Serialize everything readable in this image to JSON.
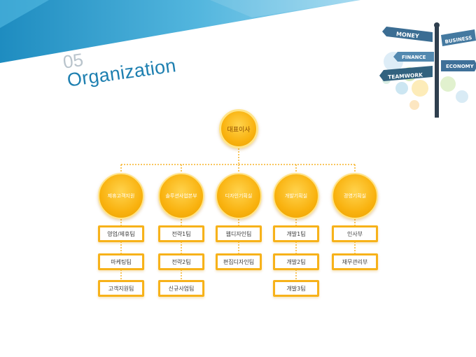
{
  "slide": {
    "number": "05",
    "title": "Organization"
  },
  "signposts": [
    "MONEY",
    "BUSINESS",
    "FINANCE",
    "ECONOMY",
    "TEAMWORK"
  ],
  "colors": {
    "accent": "#1d7fb0",
    "circle": "#f9b20f",
    "box_border": "#f7b21a",
    "connector": "#f5b428"
  },
  "org": {
    "top": "대표이사",
    "departments": [
      {
        "name": "제휴고객지원",
        "teams": [
          "영업/제휴팀",
          "마케팅팀",
          "고객지원팀"
        ]
      },
      {
        "name": "솔루션사업본부",
        "teams": [
          "전략1팀",
          "전략2팀",
          "신규사업팀"
        ]
      },
      {
        "name": "디자인기획실",
        "teams": [
          "웹디자인팀",
          "편집디자인팀"
        ]
      },
      {
        "name": "개발기획실",
        "teams": [
          "개발1팀",
          "개발2팀",
          "개발3팀"
        ]
      },
      {
        "name": "경영기획실",
        "teams": [
          "인사부",
          "재무관리부"
        ]
      }
    ]
  }
}
